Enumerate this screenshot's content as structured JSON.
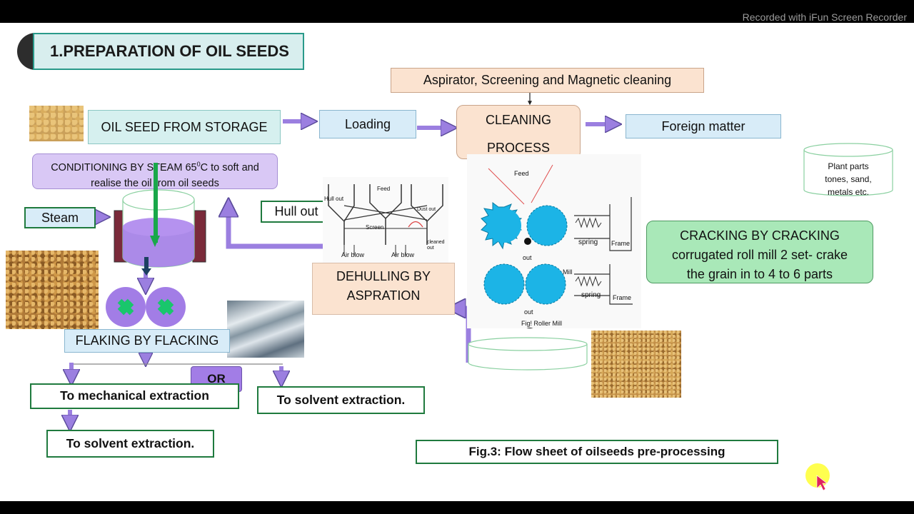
{
  "recorder_watermark": "Recorded with iFun Screen Recorder",
  "title": "1.PREPARATION OF OIL SEEDS",
  "nodes": {
    "aspirator": "Aspirator, Screening and Magnetic cleaning",
    "storage": "OIL SEED FROM STORAGE",
    "loading": "Loading",
    "cleaning_1": "CLEANING",
    "cleaning_2": "PROCESS",
    "foreign": "Foreign matter",
    "plant_parts_1": "Plant parts",
    "plant_parts_2": "tones, sand,",
    "plant_parts_3": "metals etc.",
    "conditioning_a": "CONDITIONING BY STEAM 65",
    "conditioning_sup": "0",
    "conditioning_b": "C to soft and",
    "conditioning_c": "realise the oil from oil seeds",
    "steam": "Steam",
    "hull_out": "Hull out",
    "cracking_1": "CRACKING BY CRACKING",
    "cracking_2": "corrugated roll mill 2 set- crake",
    "cracking_3": "the grain in to 4 to 6 parts",
    "dehulling_1": "DEHULLING BY",
    "dehulling_2": "ASPRATION",
    "flaking": "FLAKING BY FLACKING",
    "or": "OR",
    "mech": "To mechanical extraction",
    "solvent_right": "To solvent extraction.",
    "solvent_left": "To solvent extraction.",
    "caption": "Fig.3: Flow sheet of oilseeds pre-processing"
  },
  "sketch_dehuller": {
    "feed": "Feed",
    "hull_out": "Hull out",
    "screen": "Screen",
    "air_blow_1": "Air blow",
    "air_blow_2": "Air blow",
    "dust_out": "Dust out",
    "cleaned_out": "cleaned out"
  },
  "sketch_roller_mill": {
    "feed": "Feed",
    "spring_1": "spring",
    "frame_1": "Frame",
    "spring_2": "spring",
    "frame_2": "Frame",
    "out_1": "out",
    "out_2": "out",
    "mill": "Mill",
    "caption": "Fig! Roller Mill"
  },
  "colors": {
    "arrow": "#9b7fe0",
    "box_border_green": "#1f7a3e",
    "title_border": "#2a9a8a",
    "roller_blue": "#1cb4e6"
  }
}
